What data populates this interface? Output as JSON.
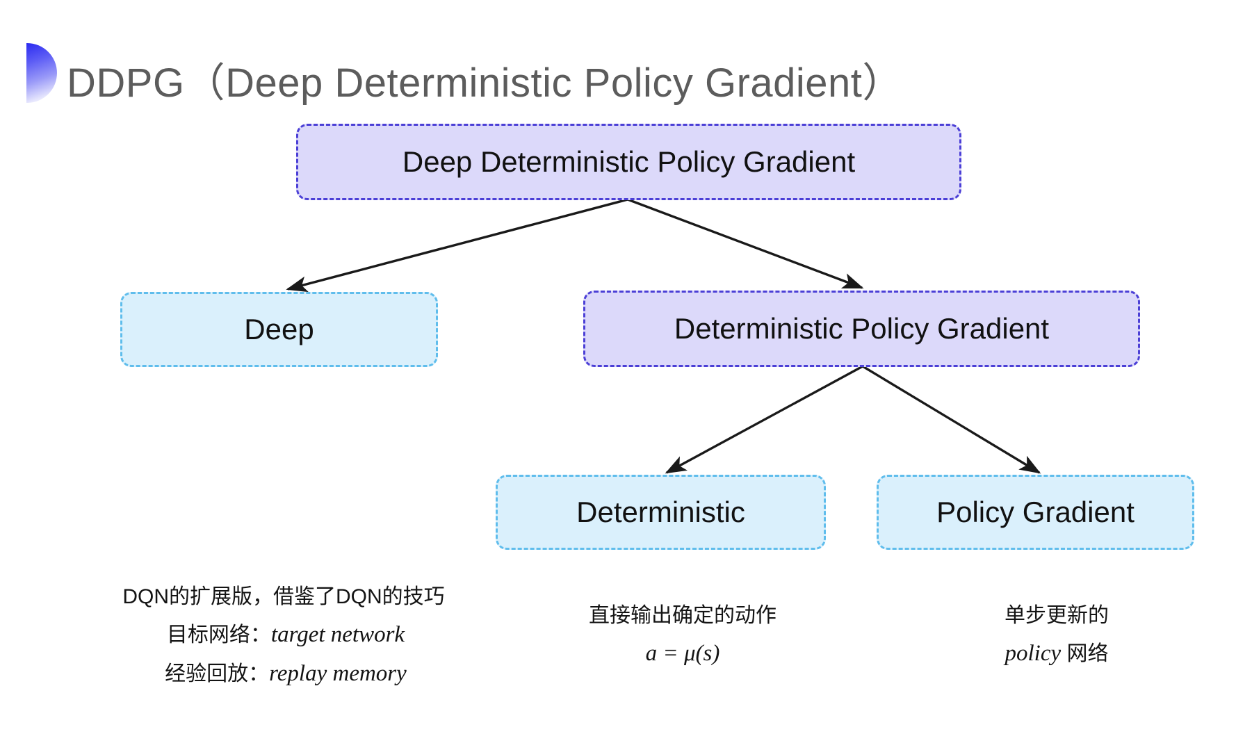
{
  "slide": {
    "title": "DDPG（Deep Deterministic Policy Gradient）",
    "background_color": "#ffffff",
    "bullet_icon": "gradient-bullet-icon"
  },
  "colors": {
    "purple_fill": "#dcd9fa",
    "purple_border": "#4b3fd6",
    "blue_fill": "#daf0fc",
    "blue_border": "#5fbdec",
    "title_text": "#5c5c5c",
    "body_text": "#141414",
    "arrow": "#1a1a1a"
  },
  "nodes": {
    "root": {
      "label": "Deep Deterministic Policy Gradient",
      "style": "purple"
    },
    "deep": {
      "label": "Deep",
      "style": "blue"
    },
    "dpg": {
      "label": "Deterministic Policy Gradient",
      "style": "purple"
    },
    "deterministic": {
      "label": "Deterministic",
      "style": "blue"
    },
    "policy_gradient": {
      "label": "Policy Gradient",
      "style": "blue"
    }
  },
  "captions": {
    "deep": {
      "line1": "DQN的扩展版，借鉴了DQN的技巧",
      "line2_prefix": "目标网络：",
      "line2_term": "target network",
      "line3_prefix": "经验回放：",
      "line3_term": "replay memory"
    },
    "deterministic": {
      "line1": "直接输出确定的动作",
      "formula": "a = μ(s)"
    },
    "policy_gradient": {
      "line1": "单步更新的",
      "line2_term": "policy",
      "line2_suffix": " 网络"
    }
  },
  "connectors": [
    {
      "from": "root",
      "to": "deep",
      "arrow": true
    },
    {
      "from": "root",
      "to": "dpg",
      "arrow": true
    },
    {
      "from": "dpg",
      "to": "deterministic",
      "arrow": true
    },
    {
      "from": "dpg",
      "to": "policy_gradient",
      "arrow": true
    }
  ]
}
